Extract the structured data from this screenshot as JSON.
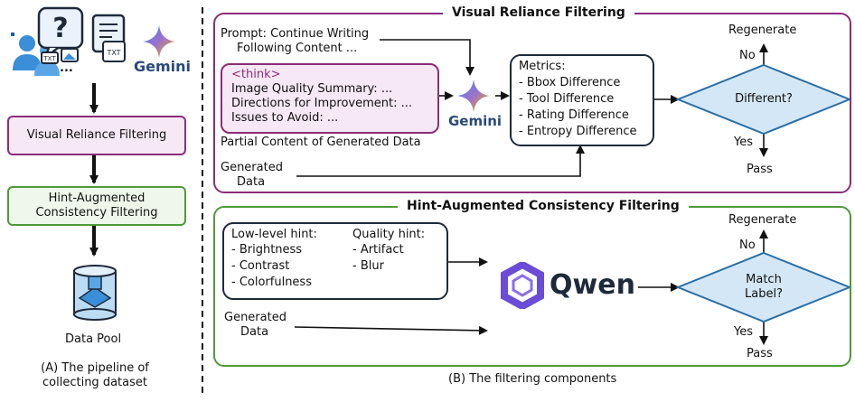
{
  "colors": {
    "purple": "#8b2d7a",
    "green": "#4f9a3a",
    "dark": "#1e2a3a",
    "diamond_fill": "#d3e7f6",
    "diamond_stroke": "#2a6fa6"
  },
  "icons": [
    "users-icon",
    "question-bubble-icon",
    "document-txt-icon",
    "gemini-logo-icon",
    "database-icon",
    "qwen-logo-icon"
  ],
  "left": {
    "gemini_label": "Gemini",
    "step1": "Visual Reliance Filtering",
    "step2_line1": "Hint-Augmented",
    "step2_line2": "Consistency Filtering",
    "pool_label": "Data Pool",
    "caption_line1": "(A) The pipeline of",
    "caption_line2": "collecting dataset",
    "txt_label": "TXT"
  },
  "top": {
    "title": "Visual Reliance Filtering",
    "prompt_line1": "Prompt: Continue Writing",
    "prompt_line2": "Following Content ...",
    "think_tag": "<think>",
    "think_items": [
      "Image Quality Summary: ...",
      "Directions for Improvement: ...",
      "Issues to Avoid: ..."
    ],
    "partial_label": "Partial Content of Generated Data",
    "generated_line1": "Generated",
    "generated_line2": "Data",
    "gemini_label": "Gemini",
    "metrics_title": "Metrics:",
    "metrics_items": [
      "- Bbox Difference",
      "- Tool Difference",
      "- Rating Difference",
      "- Entropy Difference"
    ],
    "diamond": "Different?",
    "regenerate": "Regenerate",
    "no": "No",
    "yes": "Yes",
    "pass": "Pass"
  },
  "bottom": {
    "title": "Hint-Augmented Consistency Filtering",
    "low_title": "Low-level hint:",
    "low_items": [
      "- Brightness",
      "- Contrast",
      "- Colorfulness"
    ],
    "quality_title": "Quality hint:",
    "quality_items": [
      "- Artifact",
      "- Blur"
    ],
    "generated_line1": "Generated",
    "generated_line2": "Data",
    "qwen_label": "Qwen",
    "diamond_line1": "Match",
    "diamond_line2": "Label?",
    "regenerate": "Regenerate",
    "no": "No",
    "yes": "Yes",
    "pass": "Pass"
  },
  "caption_b": "(B) The filtering components"
}
